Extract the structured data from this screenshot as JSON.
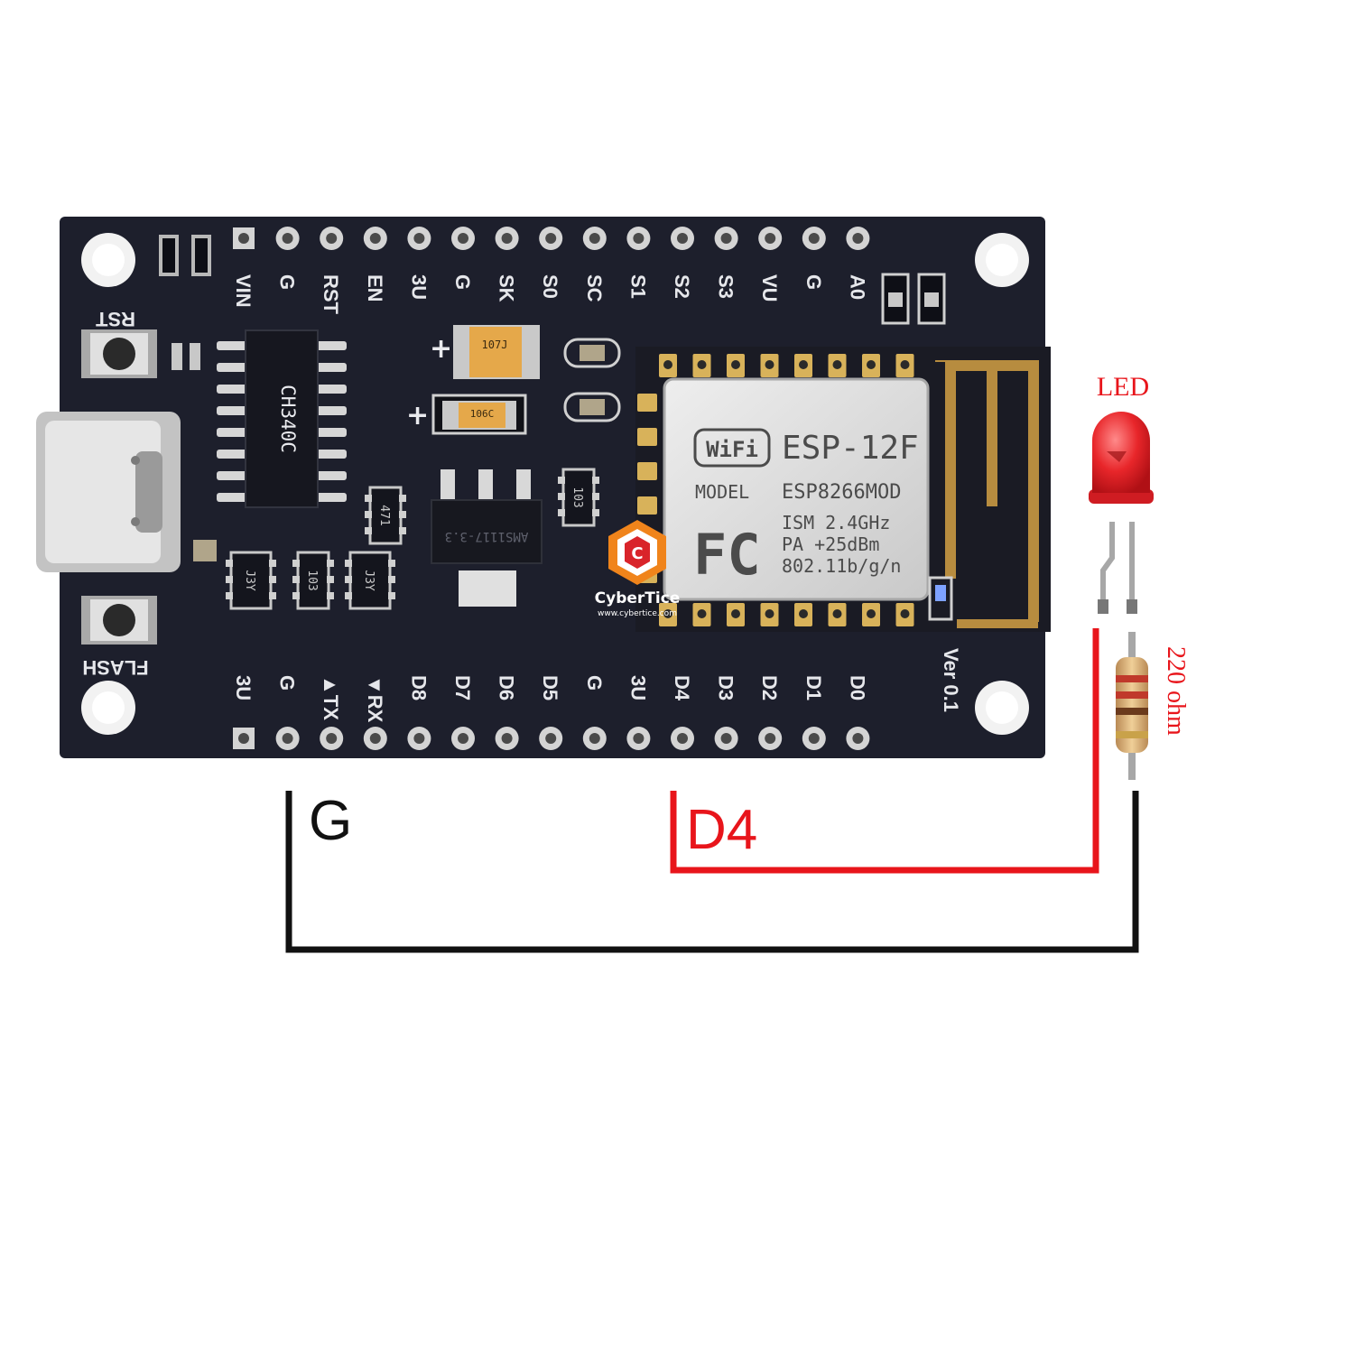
{
  "board": {
    "top_pins": [
      "VIN",
      "G",
      "RST",
      "EN",
      "3U",
      "G",
      "SK",
      "S0",
      "SC",
      "S1",
      "S2",
      "S3",
      "VU",
      "G",
      "A0"
    ],
    "bottom_pins": [
      "3U",
      "G",
      "TX",
      "RX",
      "D8",
      "D7",
      "D6",
      "D5",
      "G",
      "3U",
      "D4",
      "D3",
      "D2",
      "D1",
      "D0"
    ],
    "button_reset": "RST",
    "button_flash": "FLASH",
    "version": "Ver 0.1",
    "usb_chip": "CH340C",
    "regulator": "AMS1117-3.3",
    "cap_1": "107J",
    "cap_2": "106C",
    "resistor_codes": [
      "103",
      "471",
      "103",
      "J3Y",
      "J3Y"
    ]
  },
  "module": {
    "wifi_logo": "WiFi",
    "name": "ESP-12F",
    "model_label": "MODEL",
    "model": "ESP8266MOD",
    "fcc": "FC",
    "spec_1": "ISM 2.4GHz",
    "spec_2": "PA  +25dBm",
    "spec_3": "802.11b/g/n"
  },
  "watermark": {
    "brand": "CyberTice",
    "url": "www.cybertice.com"
  },
  "components": {
    "led_label": "LED",
    "resistor_label": "220 ohm"
  },
  "wires": {
    "ground_label": "G",
    "signal_label": "D4",
    "signal_color": "#e8151b",
    "ground_color": "#111111"
  },
  "colors": {
    "pcb": "#1d1f2c",
    "led": "#e8262a",
    "shield": "#d7d7d7"
  }
}
